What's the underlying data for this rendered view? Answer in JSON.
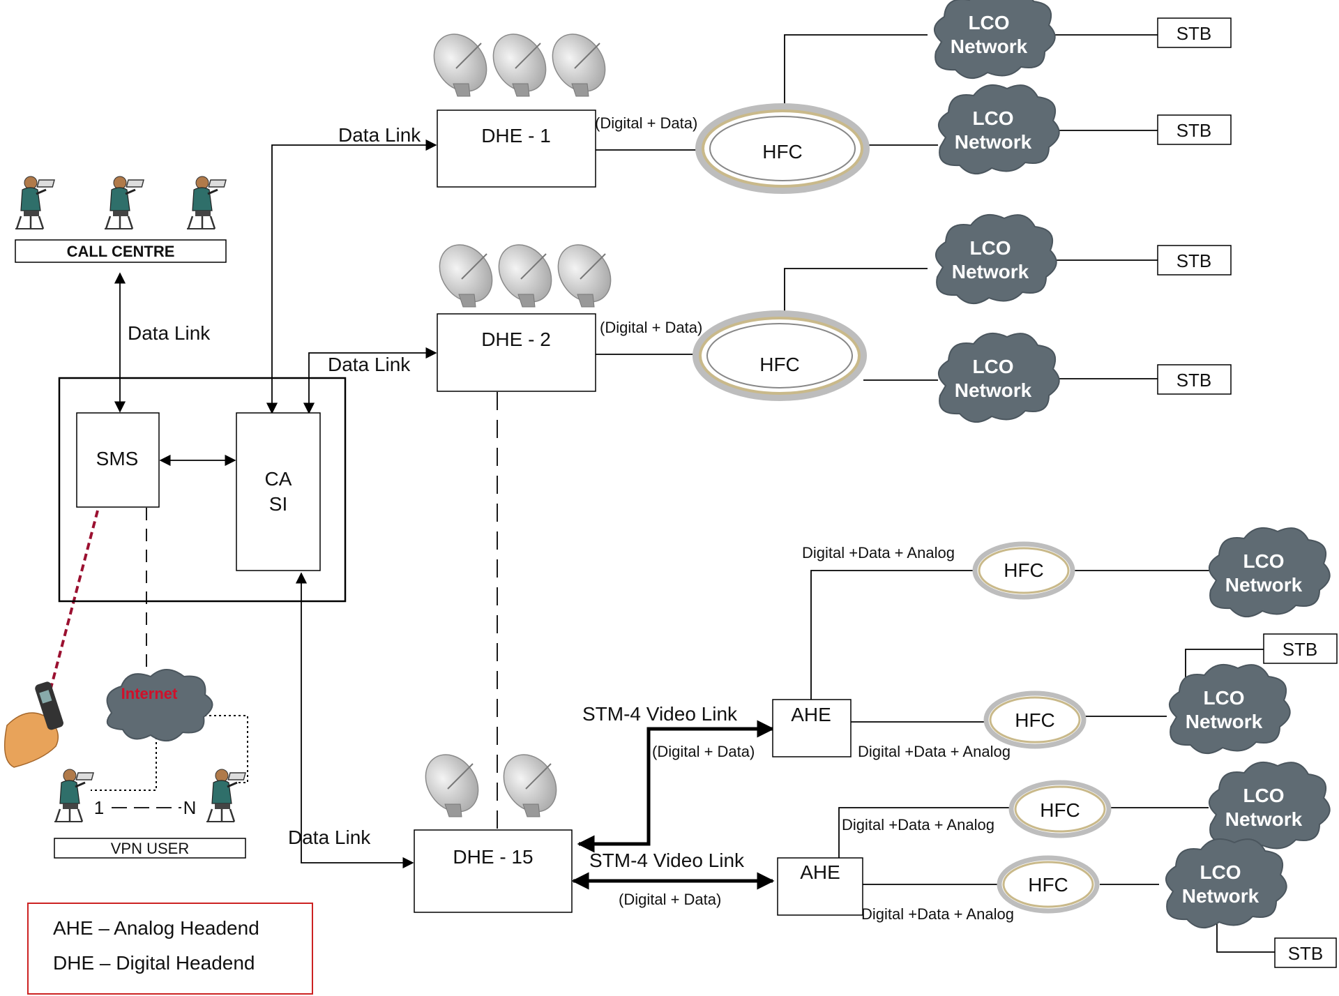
{
  "labels": {
    "call_centre": "CALL CENTRE",
    "vpn_user": "VPN USER",
    "sms": "SMS",
    "ca": "CA",
    "si": "SI",
    "internet": "Internet",
    "one": "1",
    "n": "N",
    "dhe1": "DHE - 1",
    "dhe2": "DHE - 2",
    "dhe15": "DHE - 15",
    "ahe": "AHE",
    "hfc": "HFC",
    "stb": "STB",
    "lco_line1": "LCO",
    "lco_line2": "Network",
    "data_link": "Data Link",
    "data_link_spaced": "Data  Link",
    "digital_data": "(Digital + Data)",
    "digital_data_analog": "Digital +Data + Analog",
    "stm4": "STM-4 Video Link"
  },
  "legend": {
    "ahe": "AHE – Analog Headend",
    "dhe": "DHE – Digital Headend"
  },
  "colors": {
    "cloud": "#5f6b73",
    "internet_text": "#d0102a",
    "legend_border": "#cc2222",
    "dish": "#c9c9c9",
    "hfc_ring": "#c9b98a",
    "operator_body": "#2f6f6a",
    "phone_link": "#9b1030"
  }
}
